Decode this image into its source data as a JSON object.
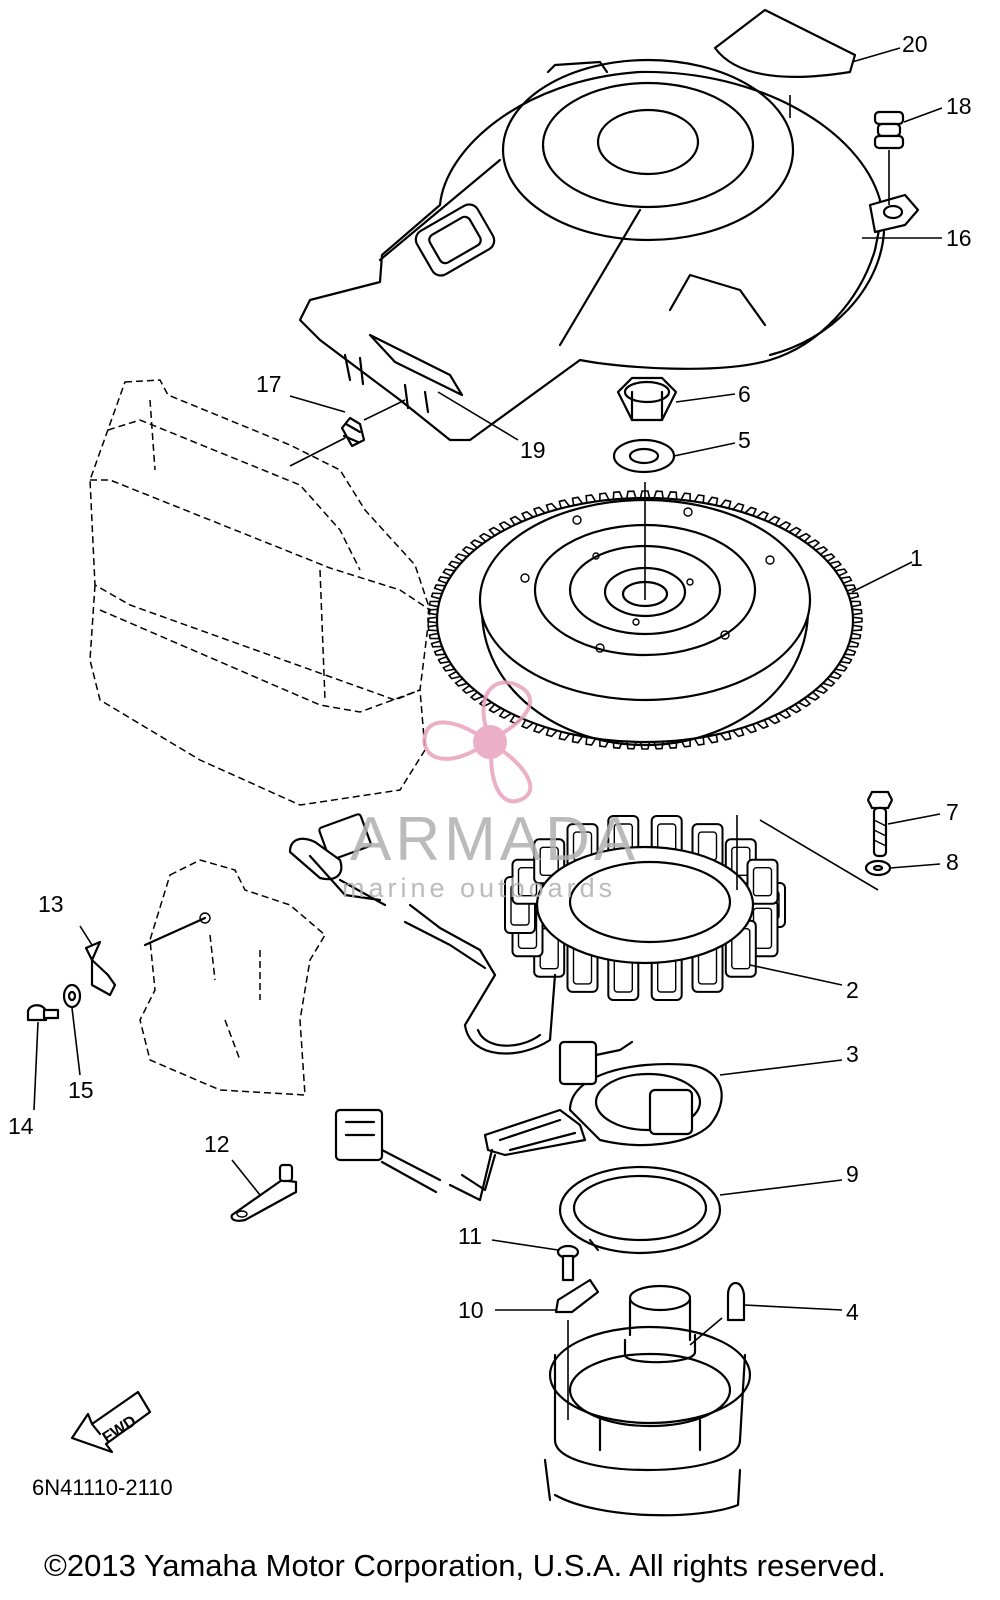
{
  "diagram": {
    "part_labels": [
      "20",
      "18",
      "16",
      "6",
      "5",
      "17",
      "19",
      "1",
      "7",
      "8",
      "2",
      "3",
      "9",
      "13",
      "14",
      "15",
      "12",
      "11",
      "10",
      "4"
    ],
    "fwd_label": "FWD",
    "part_code": "6N41110-2110",
    "copyright": "©2013 Yamaha Motor Corporation, U.S.A. All rights reserved."
  },
  "watermark": {
    "brand": "ARMADA",
    "tagline": "marine outboards",
    "accent_color": "#e9a3bd"
  }
}
